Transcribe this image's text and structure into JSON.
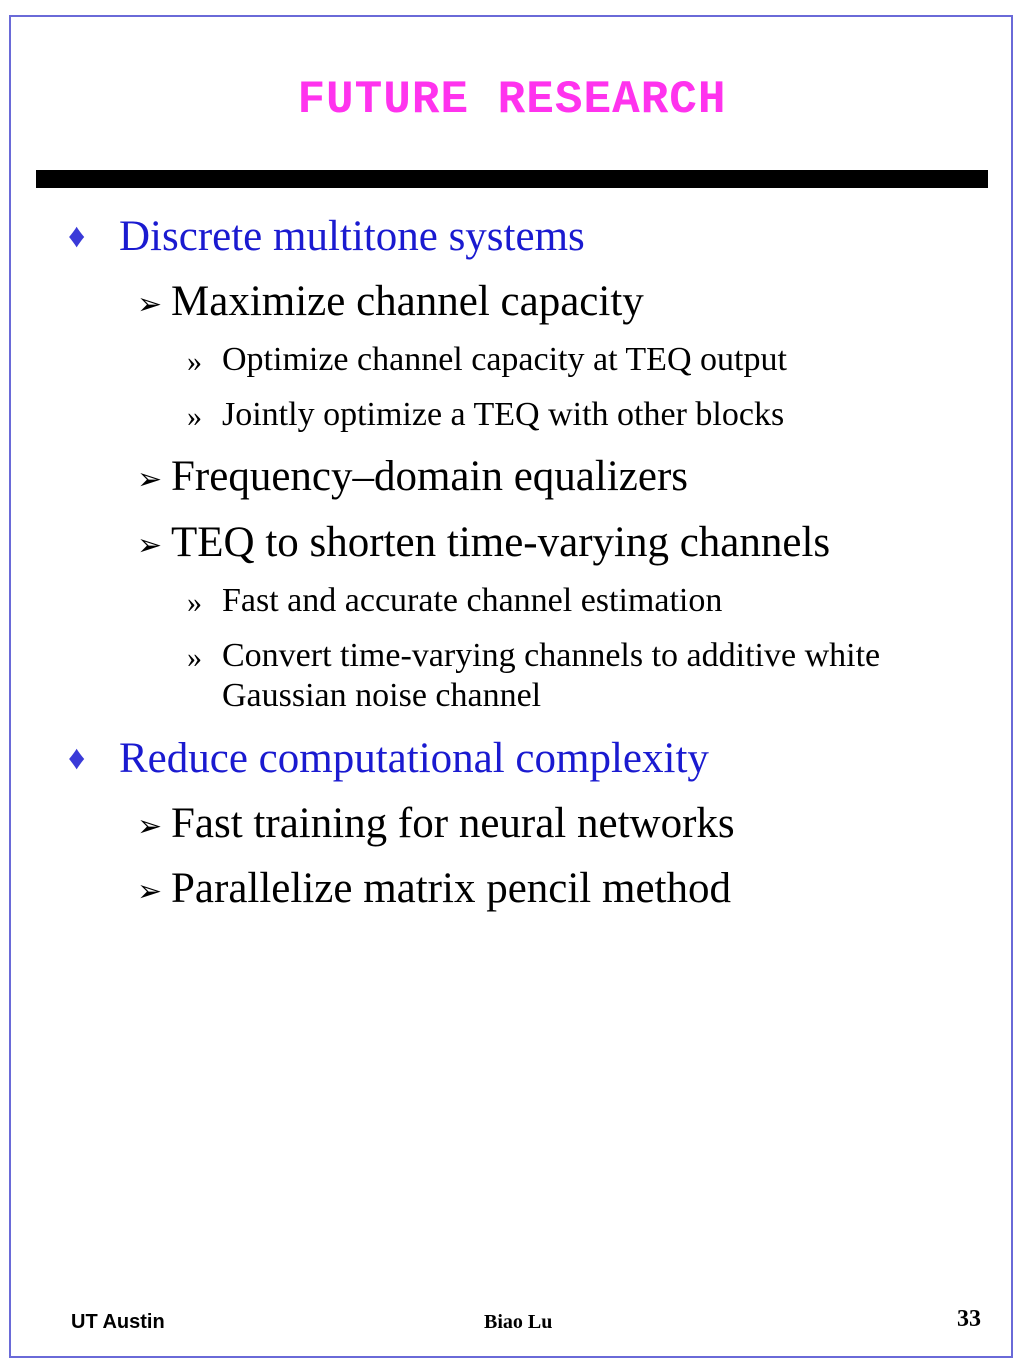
{
  "title": "FUTURE RESEARCH",
  "items": [
    {
      "level": 1,
      "text": "Discrete multitone systems"
    },
    {
      "level": 2,
      "text": "Maximize channel capacity"
    },
    {
      "level": 3,
      "text": "Optimize channel capacity at TEQ output"
    },
    {
      "level": 3,
      "text": "Jointly optimize a TEQ with other blocks"
    },
    {
      "level": 2,
      "text": "Frequency–domain equalizers"
    },
    {
      "level": 2,
      "text": "TEQ to shorten time-varying channels"
    },
    {
      "level": 3,
      "text": "Fast and accurate channel estimation"
    },
    {
      "level": 3,
      "text": "Convert time-varying channels to additive white"
    },
    {
      "level": 3,
      "text": "Gaussian noise channel"
    },
    {
      "level": 1,
      "text": "Reduce computational complexity"
    },
    {
      "level": 2,
      "text": "Fast training for neural networks"
    },
    {
      "level": 2,
      "text": "Parallelize matrix pencil method"
    }
  ],
  "bullets": {
    "l1": "♦",
    "l2": "➢",
    "l3": "»"
  },
  "footer": {
    "left": "UT Austin",
    "center": "Biao Lu",
    "page": "33"
  }
}
